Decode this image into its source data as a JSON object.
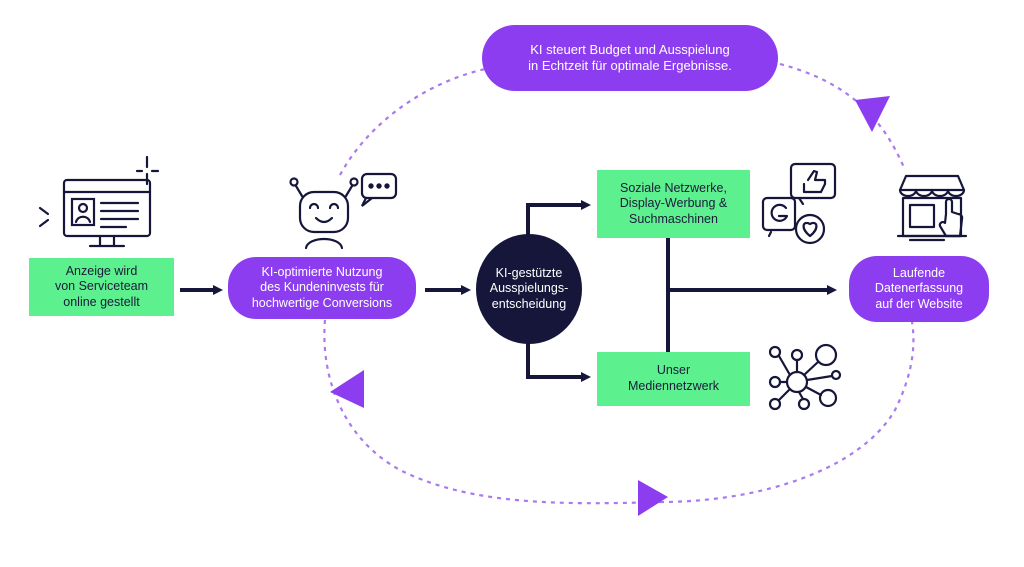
{
  "nodes": {
    "ad": {
      "lines": [
        "Anzeige wird",
        "von Serviceteam",
        "online gestellt"
      ]
    },
    "ai_usage": {
      "lines": [
        "KI-optimierte Nutzung",
        "des Kundeninvests für",
        "hochwertige Conversions"
      ]
    },
    "decision": {
      "lines": [
        "KI-gestützte",
        "Ausspielungs-",
        "entscheidung"
      ]
    },
    "social": {
      "lines": [
        "Soziale Netzwerke,",
        "Display-Werbung &",
        "Suchmaschinen"
      ]
    },
    "media": {
      "lines": [
        "Unser",
        "Mediennetzwerk"
      ]
    },
    "data": {
      "lines": [
        "Laufende",
        "Datenerfassung",
        "auf der Website"
      ]
    },
    "ai_budget": {
      "lines": [
        "KI steuert Budget und Ausspielung",
        "in Echtzeit für optimale Ergebnisse."
      ]
    }
  },
  "colors": {
    "green": "#5cf08f",
    "purple": "#8d3df0",
    "navy": "#15163a",
    "dashed": "#a979ee"
  },
  "icons": {
    "ad": "computer-monitor-profile-icon",
    "ai_usage": "robot-chat-icon",
    "social": "social-media-like-google-heart-icon",
    "media": "network-nodes-icon",
    "data": "storefront-shop-icon"
  }
}
